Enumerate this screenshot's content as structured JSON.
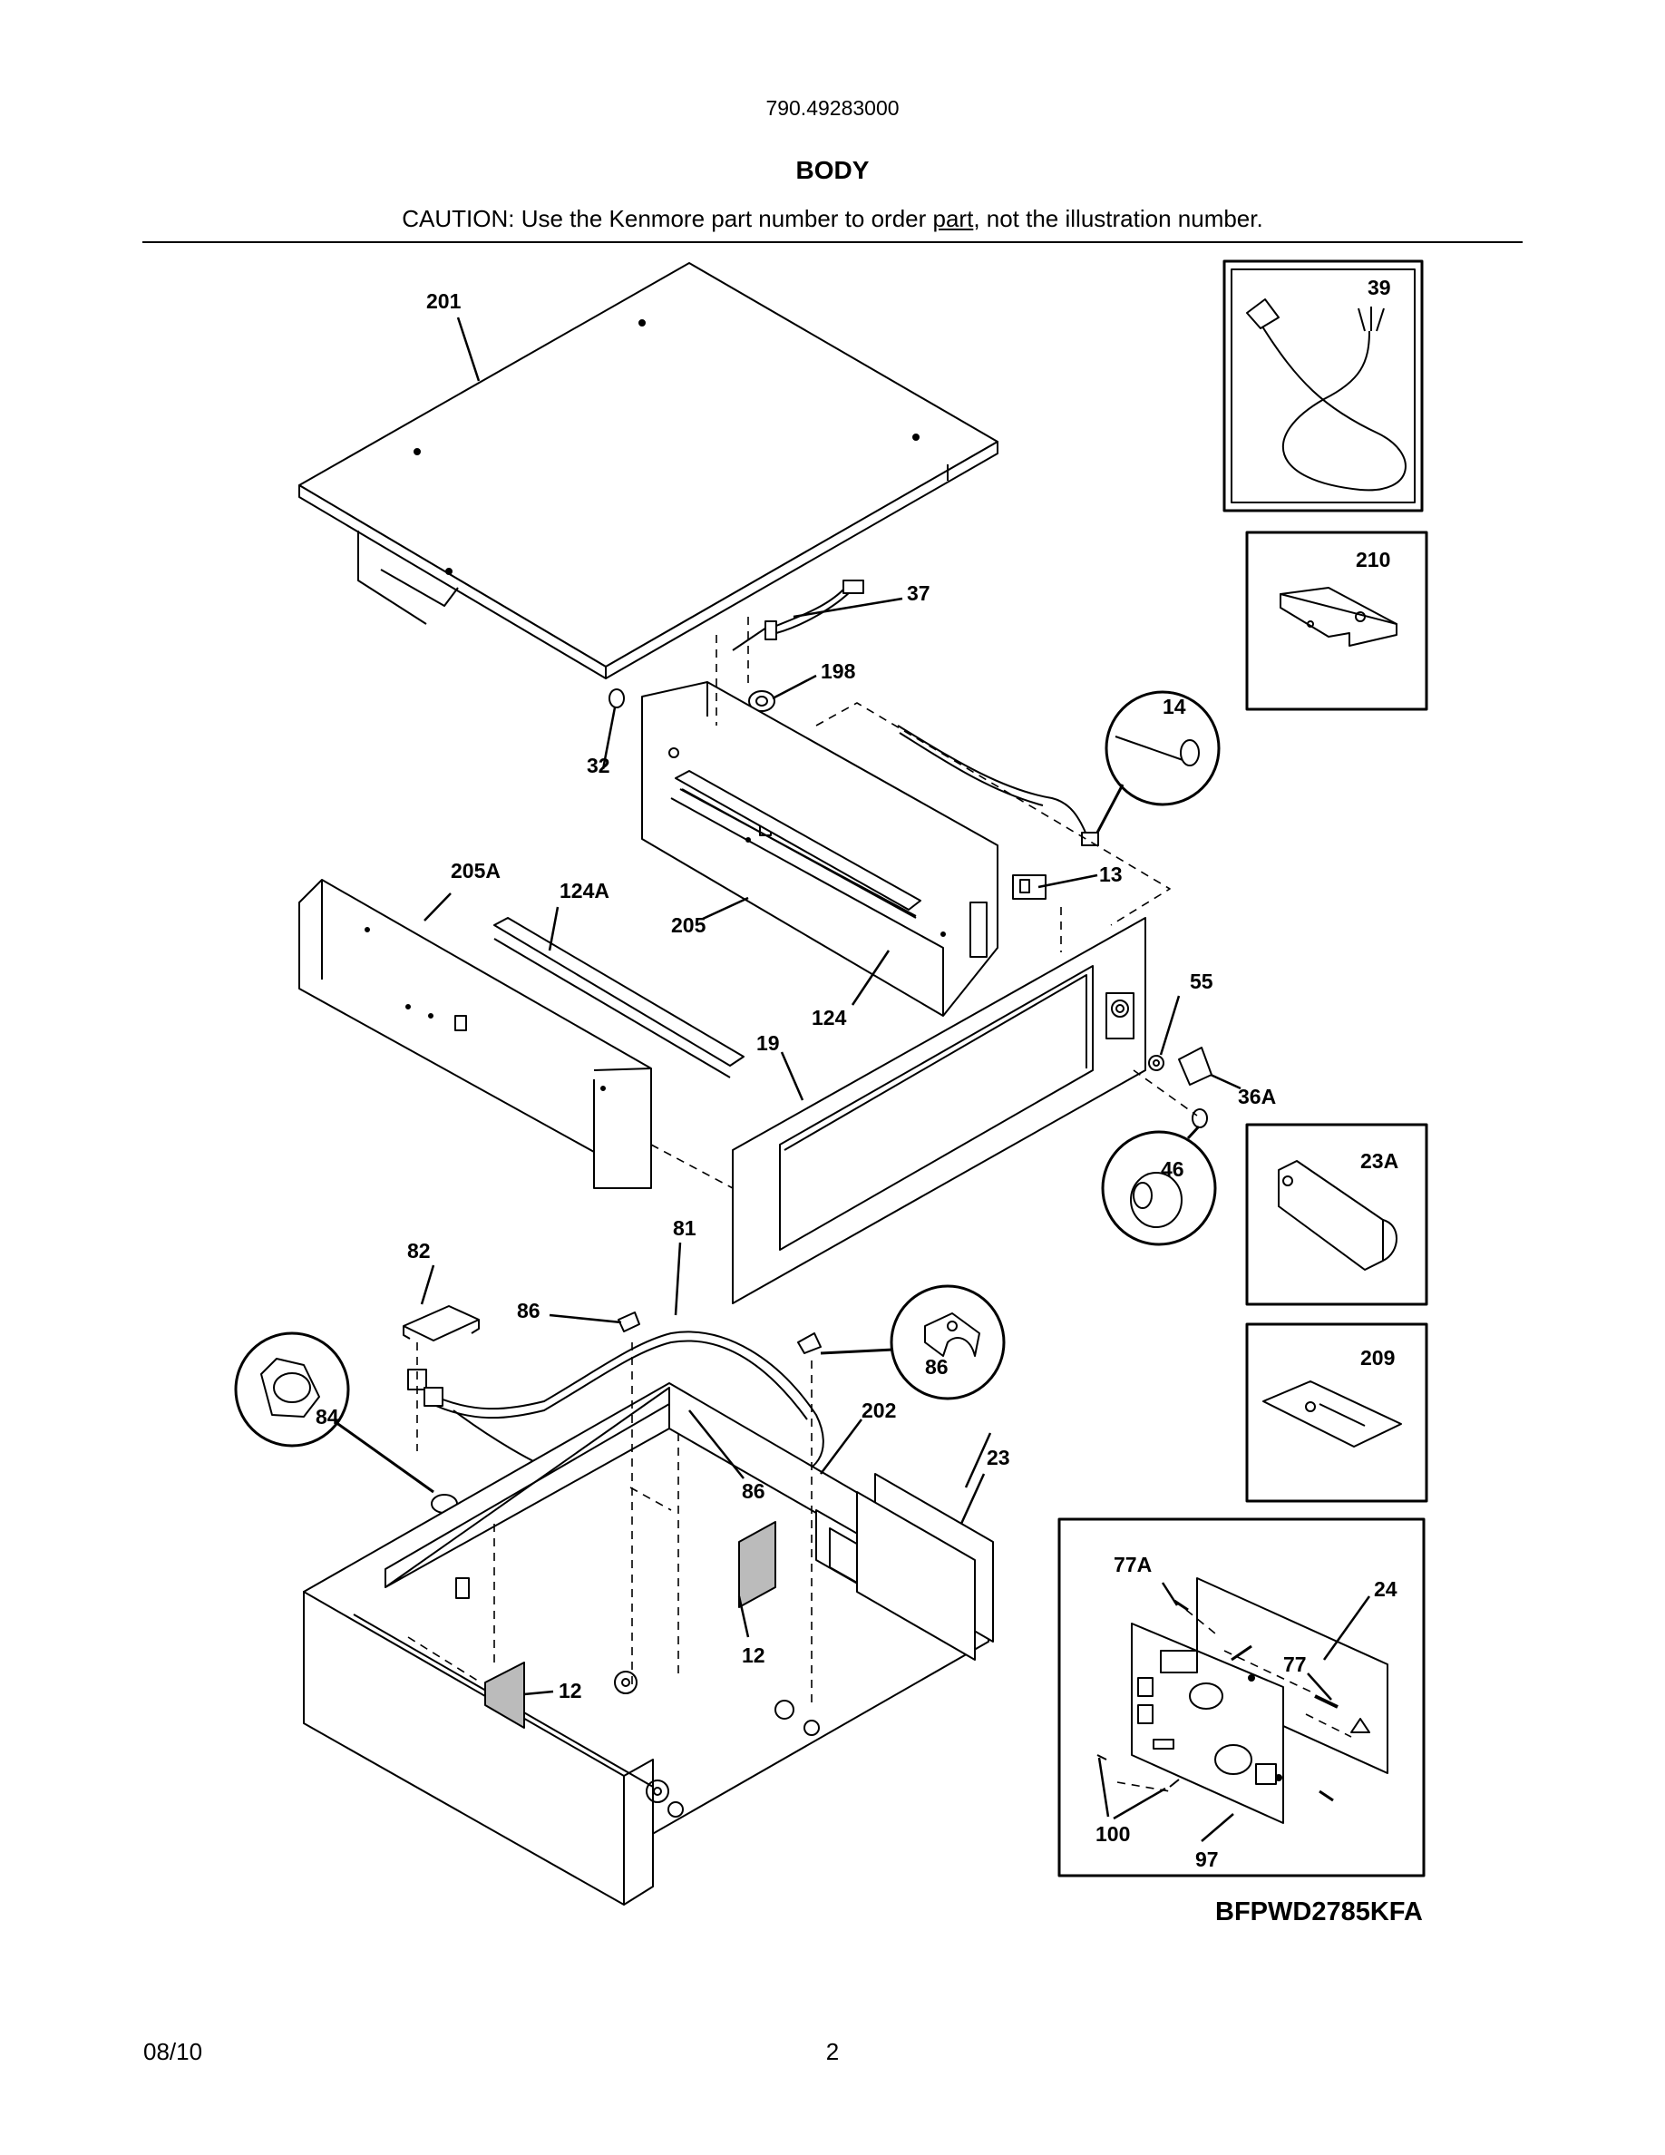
{
  "header": {
    "model_number": "790.49283000",
    "section_title": "BODY",
    "caution_prefix": "CAUTION: Use the Kenmore part number to order ",
    "caution_link": "part",
    "caution_suffix": ", not the illustration number."
  },
  "callouts": {
    "c201": "201",
    "c39": "39",
    "c210": "210",
    "c37": "37",
    "c198": "198",
    "c14": "14",
    "c32": "32",
    "c205A": "205A",
    "c124A": "124A",
    "c205": "205",
    "c13": "13",
    "c124": "124",
    "c55": "55",
    "c19": "19",
    "c36A": "36A",
    "c46": "46",
    "c23A": "23A",
    "c81": "81",
    "c82": "82",
    "c86a": "86",
    "c86b": "86",
    "c84": "84",
    "c202": "202",
    "c209": "209",
    "c23": "23",
    "c86c": "86",
    "c77A": "77A",
    "c24": "24",
    "c12a": "12",
    "c77": "77",
    "c12b": "12",
    "c100": "100",
    "c97": "97"
  },
  "reference_code": "BFPWD2785KFA",
  "footer": {
    "date": "08/10",
    "page": "2"
  }
}
